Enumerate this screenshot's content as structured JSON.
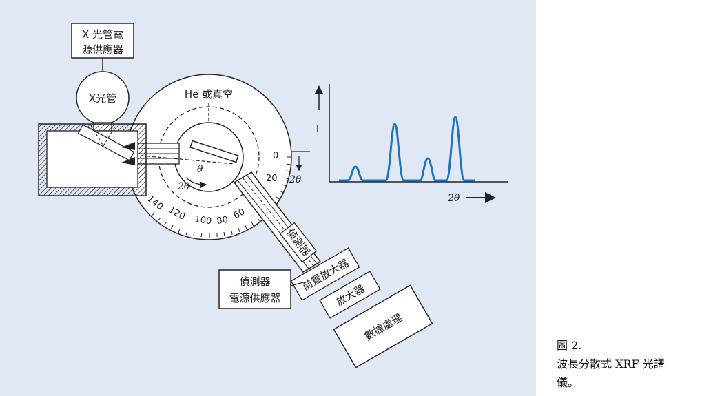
{
  "diagram": {
    "xray_power_supply": [
      "X 光管電",
      "源供應器"
    ],
    "xray_tube": "X光管",
    "atmosphere": "He 或真空",
    "angle_zero": "0",
    "angle_twenty": "20",
    "two_theta": "2θ",
    "theta": "θ",
    "scale_values": [
      "140",
      "120",
      "100",
      "80",
      "60"
    ],
    "detector": "偵測器",
    "preamp": "前置放大器",
    "amplifier": "放大器",
    "data_processing": "數據處理",
    "detector_power_supply": [
      "偵測器",
      "電源供應器"
    ],
    "spectrum_y_label": "I",
    "spectrum_x_label": "2θ",
    "line_color": "#1f73b7",
    "panel_color": "#e0e8f6"
  },
  "caption": {
    "figure_number": "圖 2.",
    "text_line1": "波長分散式 XRF 光譜",
    "text_line2": "儀。"
  }
}
